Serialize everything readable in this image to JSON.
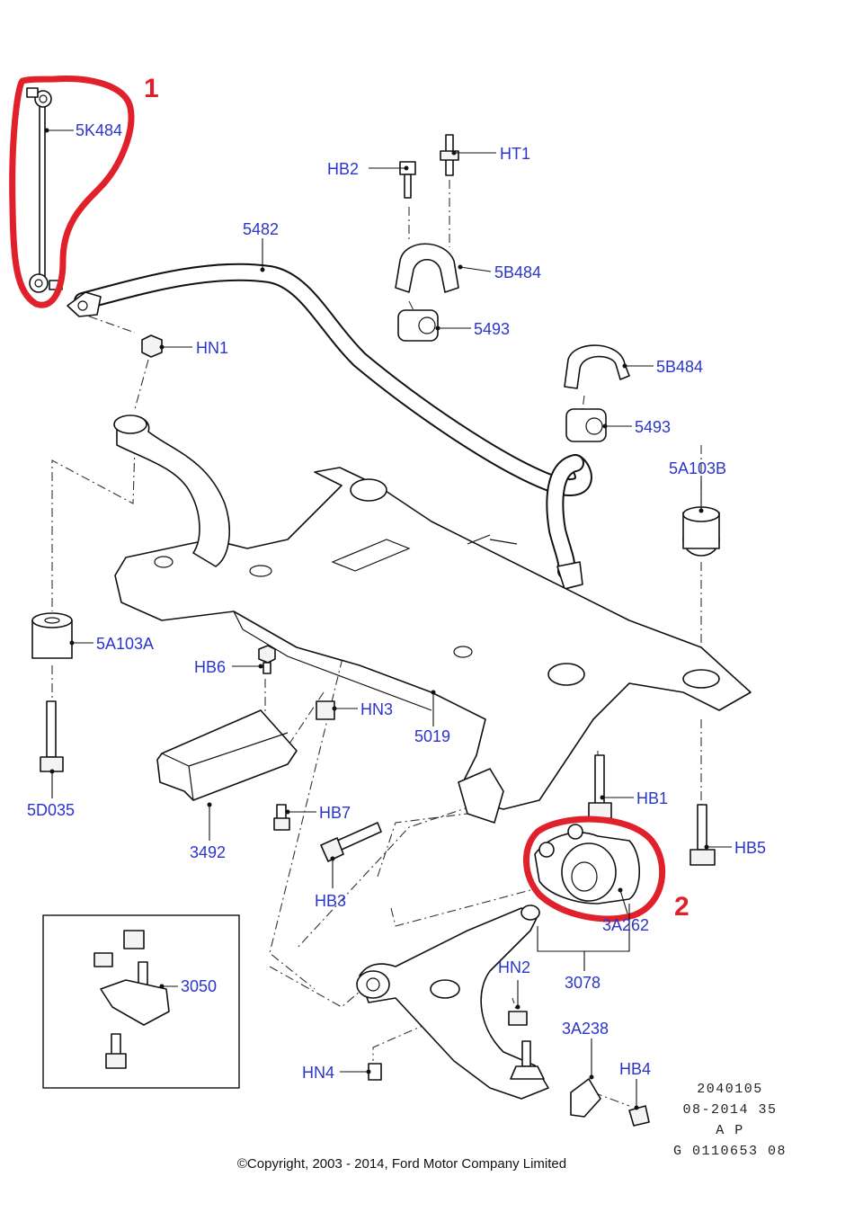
{
  "callouts": [
    "1",
    "2"
  ],
  "part_labels": [
    {
      "id": "5K484",
      "text": "5K484"
    },
    {
      "id": "5482",
      "text": "5482"
    },
    {
      "id": "HB2",
      "text": "HB2"
    },
    {
      "id": "HT1",
      "text": "HT1"
    },
    {
      "id": "5B484_a",
      "text": "5B484"
    },
    {
      "id": "5493_a",
      "text": "5493"
    },
    {
      "id": "HN1",
      "text": "HN1"
    },
    {
      "id": "5B484_b",
      "text": "5B484"
    },
    {
      "id": "5493_b",
      "text": "5493"
    },
    {
      "id": "5A103B",
      "text": "5A103B"
    },
    {
      "id": "5A103A",
      "text": "5A103A"
    },
    {
      "id": "HB6",
      "text": "HB6"
    },
    {
      "id": "HN3",
      "text": "HN3"
    },
    {
      "id": "5019",
      "text": "5019"
    },
    {
      "id": "HB1",
      "text": "HB1"
    },
    {
      "id": "5D035",
      "text": "5D035"
    },
    {
      "id": "HB7",
      "text": "HB7"
    },
    {
      "id": "HB5",
      "text": "HB5"
    },
    {
      "id": "3492",
      "text": "3492"
    },
    {
      "id": "HB3",
      "text": "HB3"
    },
    {
      "id": "3A262",
      "text": "3A262"
    },
    {
      "id": "3050",
      "text": "3050"
    },
    {
      "id": "HN2",
      "text": "HN2"
    },
    {
      "id": "3078",
      "text": "3078"
    },
    {
      "id": "3A238",
      "text": "3A238"
    },
    {
      "id": "HB4",
      "text": "HB4"
    },
    {
      "id": "HN4",
      "text": "HN4"
    }
  ],
  "reference_block": [
    "2040105",
    "08-2014 35",
    "A P",
    "G 0110653 08"
  ],
  "copyright": "©Copyright, 2003 - 2014, Ford Motor Company Limited",
  "colors": {
    "label": "#2b35c9",
    "highlight": "#e0202a",
    "line": "#111111",
    "background": "#ffffff"
  }
}
